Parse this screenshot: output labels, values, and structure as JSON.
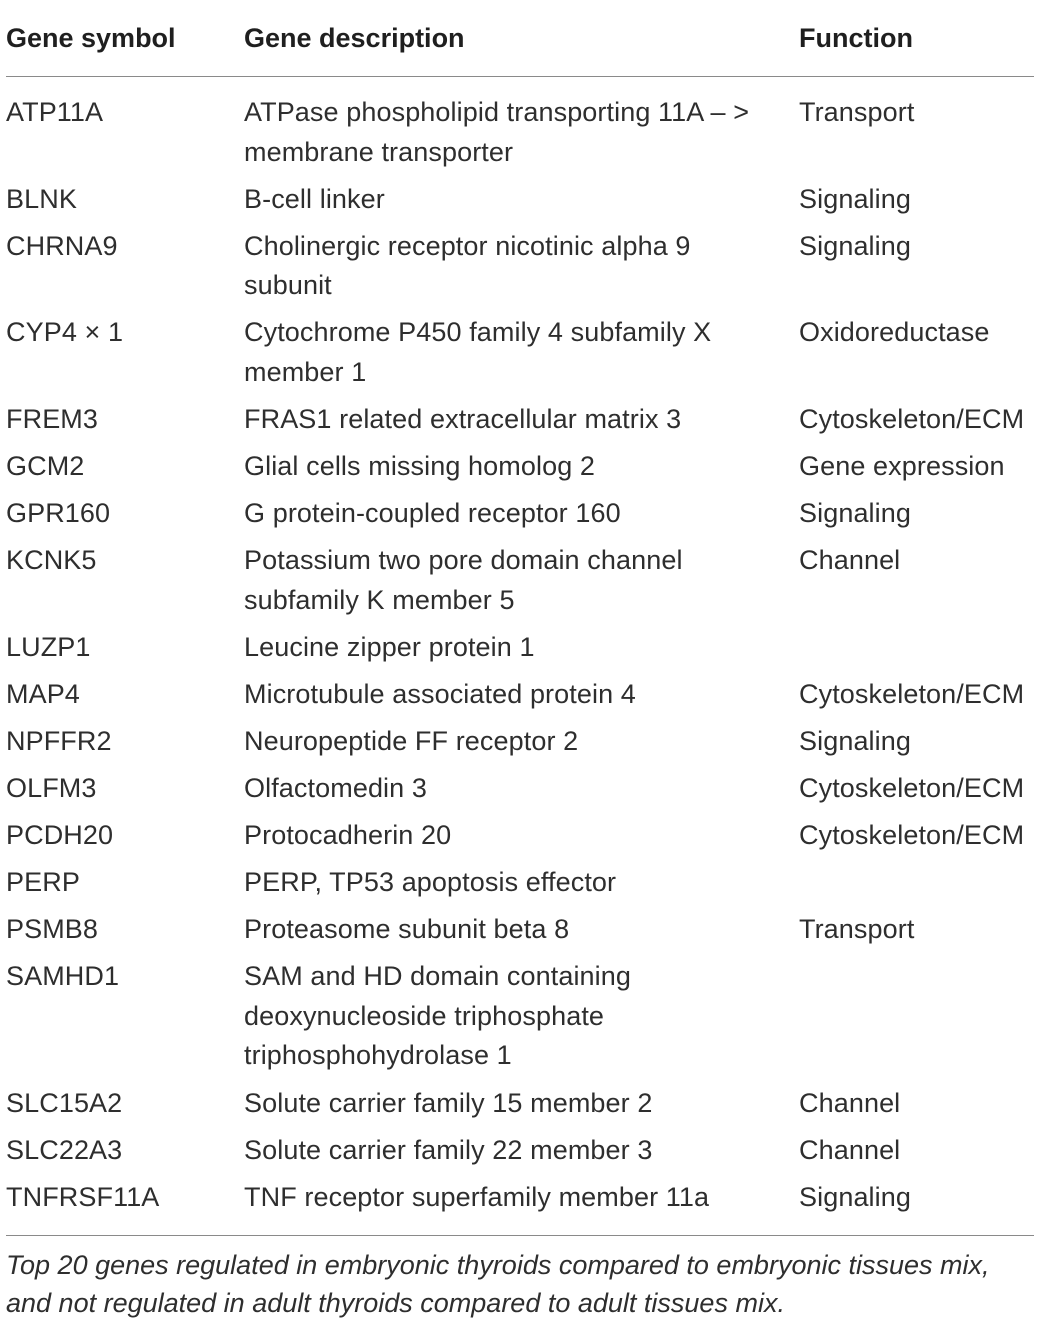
{
  "table": {
    "headers": {
      "symbol": "Gene symbol",
      "description": "Gene description",
      "function": "Function"
    },
    "rows": [
      {
        "symbol": "ATP11A",
        "description": "ATPase phospholipid transporting 11A – > membrane transporter",
        "function": "Transport"
      },
      {
        "symbol": "BLNK",
        "description": "B-cell linker",
        "function": "Signaling"
      },
      {
        "symbol": "CHRNA9",
        "description": "Cholinergic receptor nicotinic alpha 9 subunit",
        "function": "Signaling"
      },
      {
        "symbol": "CYP4 × 1",
        "description": "Cytochrome P450 family 4 subfamily X member 1",
        "function": "Oxidoreductase"
      },
      {
        "symbol": "FREM3",
        "description": "FRAS1 related extracellular matrix 3",
        "function": "Cytoskeleton/ECM"
      },
      {
        "symbol": "GCM2",
        "description": "Glial cells missing homolog 2",
        "function": "Gene expression"
      },
      {
        "symbol": "GPR160",
        "description": "G protein-coupled receptor 160",
        "function": "Signaling"
      },
      {
        "symbol": "KCNK5",
        "description": "Potassium two pore domain channel subfamily K member 5",
        "function": "Channel"
      },
      {
        "symbol": "LUZP1",
        "description": "Leucine zipper protein 1",
        "function": ""
      },
      {
        "symbol": "MAP4",
        "description": "Microtubule associated protein 4",
        "function": "Cytoskeleton/ECM"
      },
      {
        "symbol": "NPFFR2",
        "description": "Neuropeptide FF receptor 2",
        "function": "Signaling"
      },
      {
        "symbol": "OLFM3",
        "description": "Olfactomedin 3",
        "function": "Cytoskeleton/ECM"
      },
      {
        "symbol": "PCDH20",
        "description": "Protocadherin 20",
        "function": "Cytoskeleton/ECM"
      },
      {
        "symbol": "PERP",
        "description": "PERP, TP53 apoptosis effector",
        "function": ""
      },
      {
        "symbol": "PSMB8",
        "description": "Proteasome subunit beta 8",
        "function": "Transport"
      },
      {
        "symbol": "SAMHD1",
        "description": "SAM and HD domain containing deoxynucleoside triphosphate triphosphohydrolase 1",
        "function": ""
      },
      {
        "symbol": "SLC15A2",
        "description": "Solute carrier family 15 member 2",
        "function": "Channel"
      },
      {
        "symbol": "SLC22A3",
        "description": "Solute carrier family 22 member 3",
        "function": "Channel"
      },
      {
        "symbol": "TNFRSF11A",
        "description": "TNF receptor superfamily member 11a",
        "function": "Signaling"
      }
    ]
  },
  "footnote": "Top 20 genes regulated in embryonic thyroids compared to embryonic tissues mix, and not regulated in adult thyroids compared to adult tissues mix."
}
